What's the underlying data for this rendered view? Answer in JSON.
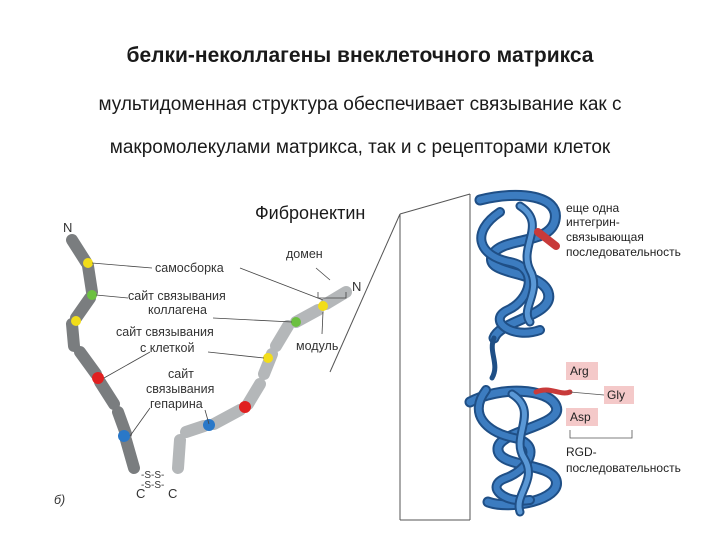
{
  "slide": {
    "title": "белки-неколлагены внеклеточного матрикса",
    "subtitle_line1": "мультидоменная структура обеспечивает связывание как с",
    "subtitle_line2": "макромолекулами матрикса, так и с рецепторами клеток"
  },
  "figure": {
    "title": "Фибронектин",
    "panel_label": "б)",
    "terminals": {
      "n_left": "N",
      "n_right": "N",
      "c_left": "C",
      "c_right": "C"
    },
    "disulfide": {
      "top": "-S-S-",
      "bottom": "-S-S-"
    },
    "labels": {
      "self_assembly": "самосборка",
      "collagen_site_1": "сайт связывания",
      "collagen_site_2": "коллагена",
      "cell_site_1": "сайт связывания",
      "cell_site_2": "с клеткой",
      "heparin_site_1": "сайт",
      "heparin_site_2": "связывания",
      "heparin_site_3": "гепарина",
      "domain": "домен",
      "module": "модуль"
    },
    "colors": {
      "yellow": "#f2dd1a",
      "green": "#6cc040",
      "red": "#e02020",
      "blue": "#2a78c8",
      "dark_segment": "#7a7d7f",
      "light_segment": "#b4b7b9"
    }
  },
  "structure": {
    "integrin_1": "еще одна",
    "integrin_2": "интегрин-",
    "integrin_3": "связывающая",
    "integrin_4": "последовательность",
    "residue_arg": "Arg",
    "residue_gly": "Gly",
    "residue_asp": "Asp",
    "rgd_1": "RGD-",
    "rgd_2": "последовательность",
    "colors": {
      "ribbon": "#3c7cc0",
      "ribbon_dark": "#1f4f86",
      "highlight": "#c83a3a",
      "tag_fill": "#f4c9c9"
    }
  }
}
